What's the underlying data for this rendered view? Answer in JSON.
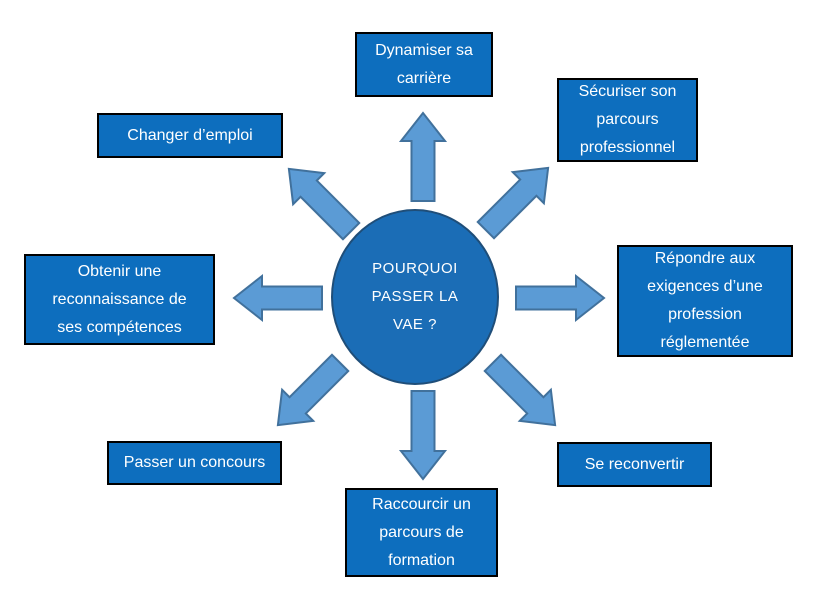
{
  "title": "POURQUOI PASSER LA VAE ?",
  "colors": {
    "box_fill": "#0d6ebe",
    "box_border": "#000000",
    "circle_fill": "#1b6db6",
    "circle_border": "#1f4e79",
    "arrow_fill": "#5b9bd5",
    "arrow_border": "#41719c",
    "text_color": "#ffffff",
    "background": "#ffffff"
  },
  "center": {
    "lines": [
      "POURQUOI",
      "PASSER LA",
      "VAE ?"
    ]
  },
  "nodes": [
    {
      "id": "dynamiser-carriere",
      "lines": [
        "Dynamiser sa",
        "carrière"
      ]
    },
    {
      "id": "securiser-parcours",
      "lines": [
        "Sécuriser son",
        "parcours",
        "professionnel"
      ]
    },
    {
      "id": "repondre-exigences",
      "lines": [
        "Répondre aux",
        "exigences d’une",
        "profession",
        "réglementée"
      ]
    },
    {
      "id": "se-reconvertir",
      "lines": [
        "Se reconvertir"
      ]
    },
    {
      "id": "raccourcir-formation",
      "lines": [
        "Raccourcir un",
        "parcours de",
        "formation"
      ]
    },
    {
      "id": "passer-concours",
      "lines": [
        "Passer un concours"
      ]
    },
    {
      "id": "obtenir-reconnaissance",
      "lines": [
        "Obtenir une",
        "reconnaissance de",
        "ses compétences"
      ]
    },
    {
      "id": "changer-emploi",
      "lines": [
        "Changer d’emploi"
      ]
    }
  ]
}
